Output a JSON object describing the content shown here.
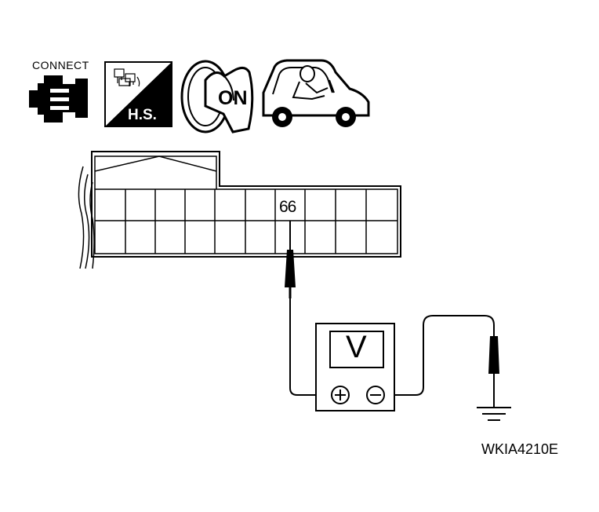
{
  "icons": {
    "connect": {
      "label": "CONNECT",
      "icon": "connector-connect-icon"
    },
    "harness_side": {
      "label": "H.S.",
      "icon": "harness-side-icon"
    },
    "ignition": {
      "label": "ON",
      "icon": "ignition-key-on-icon"
    },
    "vehicle": {
      "icon": "driver-in-vehicle-icon"
    }
  },
  "connector": {
    "pin_label": "66"
  },
  "voltmeter": {
    "label": "V",
    "positive_icon": "plus-terminal-icon",
    "negative_icon": "minus-terminal-icon"
  },
  "ground": {
    "icon": "ground-symbol-icon"
  },
  "figure_code": "WKIA4210E",
  "colors": {
    "line": "#000000",
    "background": "#ffffff"
  }
}
